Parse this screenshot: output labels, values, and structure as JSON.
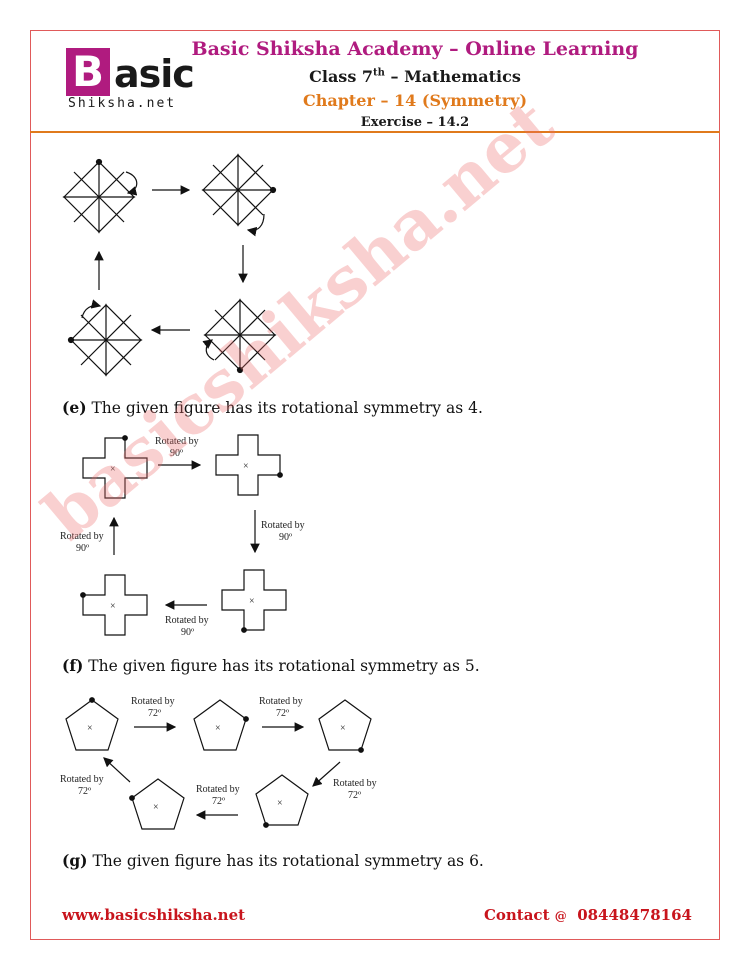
{
  "header": {
    "logo_letter": "B",
    "logo_text": "asic",
    "logo_sub": "Shiksha.net",
    "title": "Basic Shiksha Academy – Online Learning",
    "class_prefix": "Class 7",
    "class_sup": "th",
    "class_suffix": " – Mathematics",
    "chapter": "Chapter – 14 (Symmetry)",
    "exercise": "Exercise – 14.2"
  },
  "answers": {
    "e_label": "(e)",
    "e_text": " The given figure has its rotational symmetry as 4.",
    "f_label": "(f)",
    "f_text": " The given figure has its rotational symmetry as 5.",
    "g_label": "(g)",
    "g_text": " The given figure has its rotational symmetry as 6."
  },
  "figures": {
    "rot_by": "Rotated by",
    "deg90": "90º",
    "deg72": "72º"
  },
  "watermark": "basicshiksha.net",
  "footer": {
    "website": "www.basicshiksha.net",
    "contact_label": "Contact",
    "at": "@",
    "phone": "08448478164"
  },
  "colors": {
    "brand": "#b01b7f",
    "accent": "#e07a1c",
    "footer": "#c8141c",
    "border": "#e05a5a"
  }
}
